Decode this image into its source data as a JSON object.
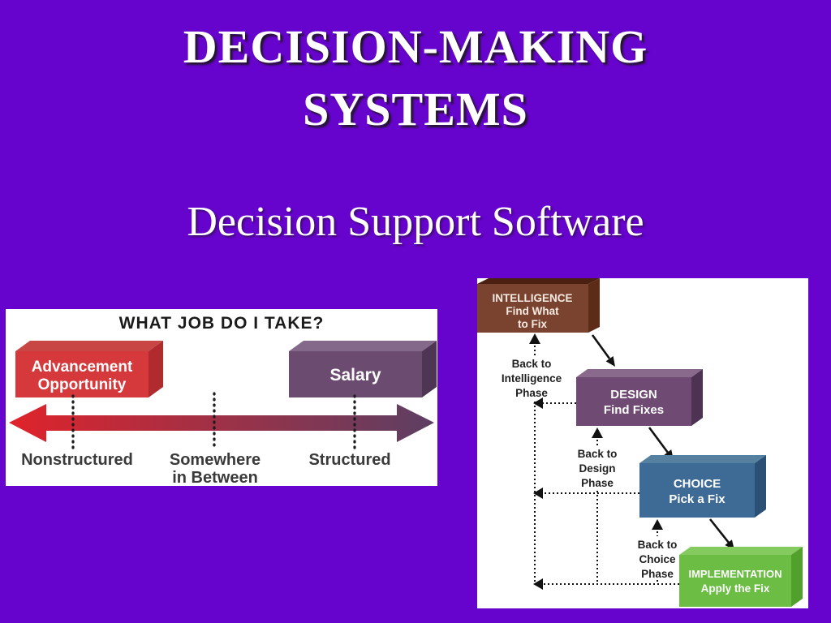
{
  "slide": {
    "title_line1": "DECISION-MAKING",
    "title_line2": "SYSTEMS",
    "subtitle": "Decision Support Software"
  },
  "colors": {
    "background": "#6603CC",
    "slide_text": "#FFFFFF",
    "panel_bg": "#FFFFFF"
  },
  "job_diagram": {
    "title": "WHAT JOB DO I TAKE?",
    "title_color": "#1B1B1B",
    "advancement_box": {
      "line1": "Advancement",
      "line2": "Opportunity",
      "face": "#D6393C",
      "top": "#C84744",
      "side": "#B02A2E",
      "text_color": "#FFFFFF"
    },
    "salary_box": {
      "label": "Salary",
      "face": "#6B4B6F",
      "top": "#85698A",
      "side": "#4D3553",
      "text_color": "#FFFFFF"
    },
    "arrow": {
      "start_color": "#E0232B",
      "end_color": "#5C3F63"
    },
    "dotted_color": "#1C1C1C",
    "label_color": "#3A3A3A",
    "axis_labels": {
      "left": "Nonstructured",
      "middle_line1": "Somewhere",
      "middle_line2": "in Between",
      "right": "Structured"
    }
  },
  "decision_flowchart": {
    "arrow_color": "#111111",
    "label_color": "#1F1F1F",
    "boxes": {
      "intelligence": {
        "title": "INTELLIGENCE",
        "line2": "Find What",
        "line3": "to Fix",
        "face": "#7A432F",
        "top": "#4B2012",
        "side": "#5C2C18",
        "text_color": "#F6EAE2"
      },
      "design": {
        "title": "DESIGN",
        "line2": "Find Fixes",
        "face": "#6F4B73",
        "top": "#8A6A8C",
        "side": "#4E3254",
        "text_color": "#FFFFFF"
      },
      "choice": {
        "title": "CHOICE",
        "line2": "Pick a Fix",
        "face": "#3D6B95",
        "top": "#55809F",
        "side": "#2A5175",
        "text_color": "#FFFFFF"
      },
      "implementation": {
        "title": "IMPLEMENTATION",
        "line2": "Apply the Fix",
        "face": "#6CBD44",
        "top": "#84CA5E",
        "side": "#52A02C",
        "text_color": "#FFFFFF"
      }
    },
    "feedback_labels": {
      "intelligence": {
        "line1": "Back to",
        "line2": "Intelligence",
        "line3": "Phase"
      },
      "design": {
        "line1": "Back to",
        "line2": "Design",
        "line3": "Phase"
      },
      "choice": {
        "line1": "Back to",
        "line2": "Choice",
        "line3": "Phase"
      }
    }
  }
}
